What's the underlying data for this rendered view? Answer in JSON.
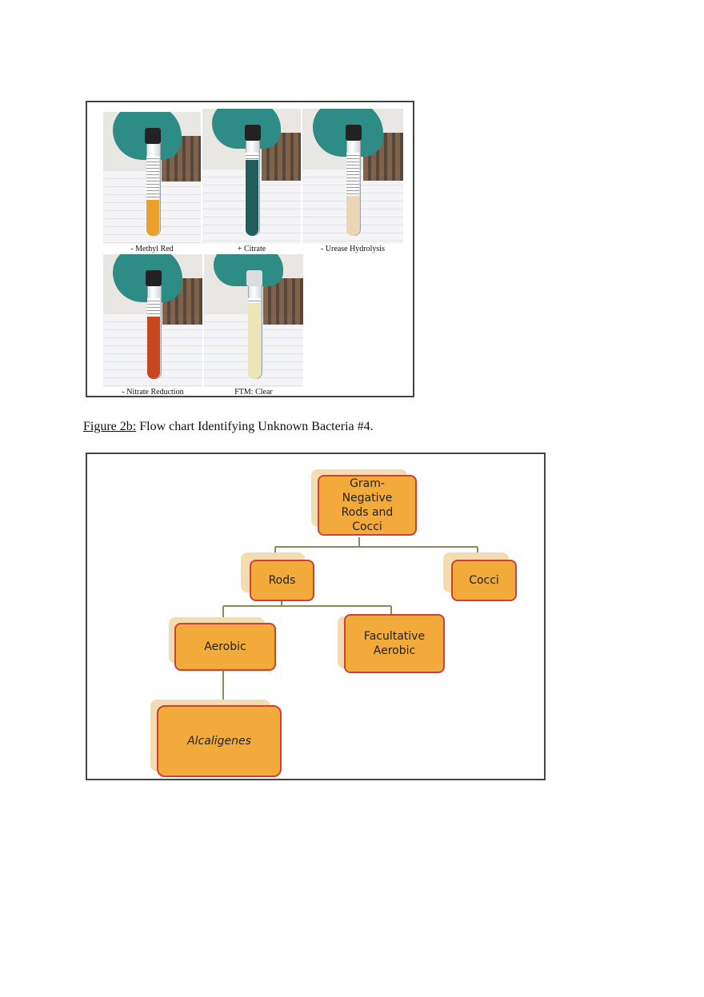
{
  "figure_photos": {
    "captions": [
      "- Methyl Red",
      "+ Citrate",
      "- Urease Hydrolysis",
      "- Nitrate Reduction",
      "FTM: Clear"
    ],
    "liquid_colors": [
      "#e9a12a",
      "#1f5e5a",
      "#e9d6b4",
      "#c9471f",
      "#ece6b6"
    ]
  },
  "figure_2b": {
    "number": "Figure 2b:",
    "title": " Flow chart Identifying Unknown Bacteria #4."
  },
  "flowchart": {
    "root": "Gram- Negative Rods and Cocci",
    "rods": "Rods",
    "cocci": "Cocci",
    "aerobic": "Aerobic",
    "facultative": "Facultative Aerobic",
    "result": "Alcaligenes",
    "colors": {
      "node_fill": "#f2ab3b",
      "node_border": "#c8423a",
      "shadow": "#f3ddb0",
      "connector": "#8a8a5c"
    }
  }
}
